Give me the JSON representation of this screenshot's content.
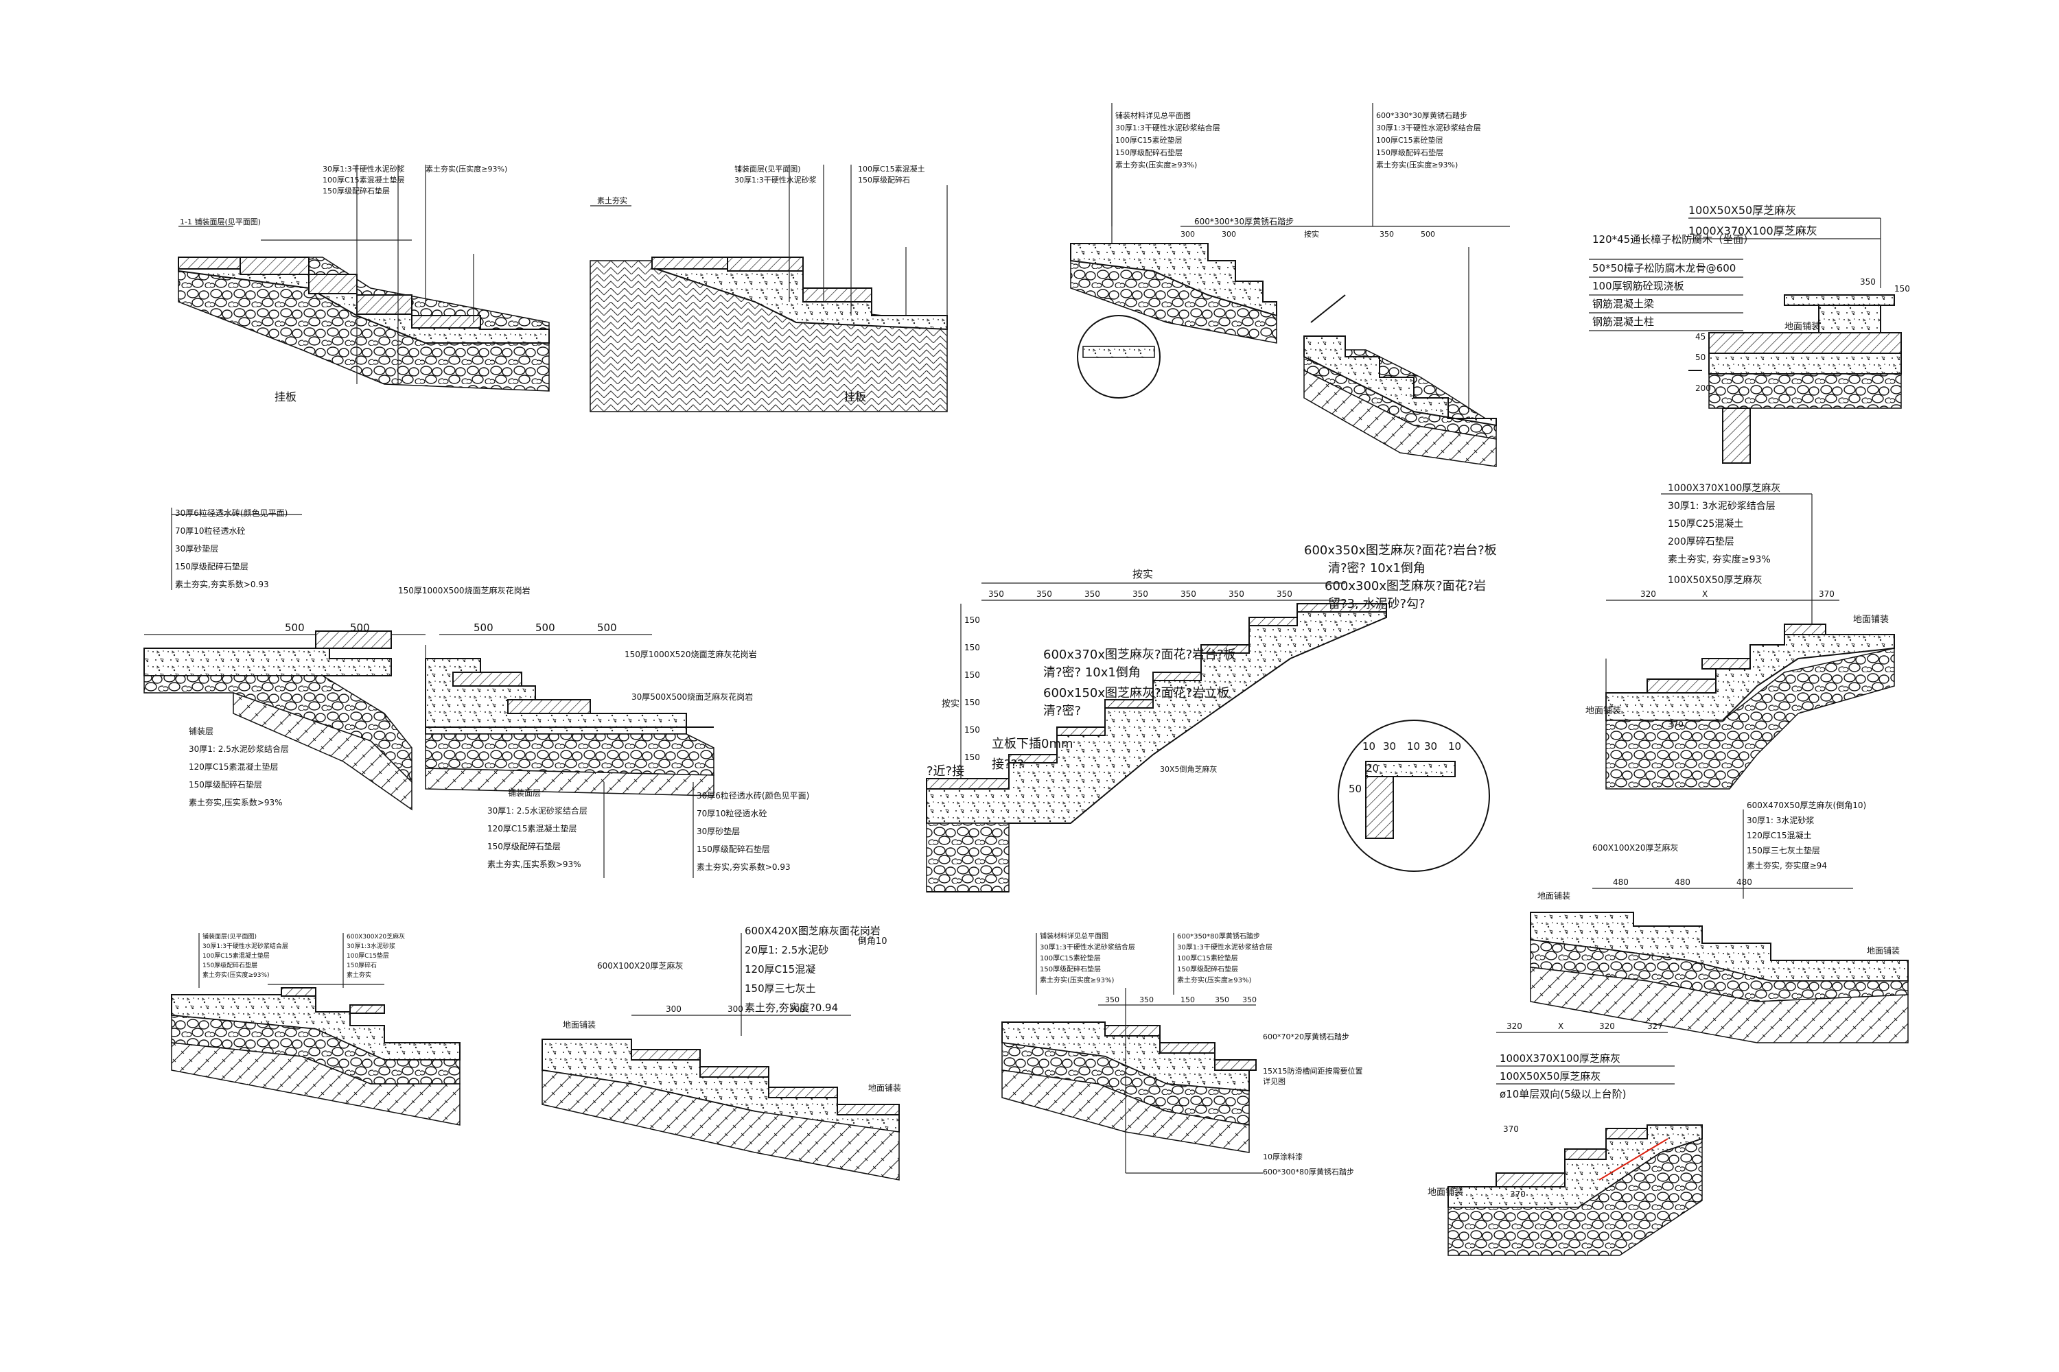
{
  "details": {
    "d1": {
      "caption": "挂板",
      "labels": [
        "1-1 铺装面层(见平面图)",
        "30厚1:3干硬性水泥砂浆",
        "100厚C15素混凝土垫层",
        "150厚级配碎石垫层",
        "素土夯实(压实度≥93%)"
      ]
    },
    "d2": {
      "caption": "挂板",
      "labels": [
        "铺装面层(见平面图)",
        "30厚1:3干硬性水泥砂浆",
        "100厚C15素混凝土",
        "150厚级配碎石",
        "素土夯实"
      ]
    },
    "d3": {
      "left": [
        "铺装材料详见总平面图",
        "30厚1:3干硬性水泥砂浆结合层",
        "100厚C15素砼垫层",
        "150厚级配碎石垫层",
        "素土夯实(压实度≥93%)"
      ],
      "right": [
        "600*330*30厚黄锈石踏步",
        "30厚1:3干硬性水泥砂浆结合层",
        "100厚C15素砼垫层",
        "150厚级配碎石垫层",
        "素土夯实(压实度≥93%)"
      ],
      "dim_label": "600*300*30厚黄锈石踏步",
      "dims": [
        "300",
        "300",
        "按实",
        "350",
        "500"
      ]
    },
    "d4": {
      "top": [
        "100X50X50厚芝麻灰",
        "1000X370X100厚芝麻灰"
      ],
      "labels": [
        "120*45通长樟子松防腐木（坐面）",
        "50*50樟子松防腐木龙骨@600",
        "100厚钢筋砼现浇板",
        "钢筋混凝土梁",
        "钢筋混凝土柱"
      ],
      "ground": "地面铺装",
      "dims": [
        "150",
        "350",
        "45",
        "50",
        "200"
      ]
    },
    "d5": {
      "labels": [
        "30厚6粒径透水砖(颜色见平面)",
        "70厚10粒径透水砼",
        "30厚砂垫层",
        "150厚级配碎石垫层",
        "素土夯实,夯实系数>0.93"
      ],
      "dims": [
        "500",
        "500",
        "500",
        "500",
        "500"
      ],
      "callout1": "150厚1000X500烧面芝麻灰花岗岩",
      "callout2": "150厚1000X520烧面芝麻灰花岗岩",
      "callout3": "30厚500X500烧面芝麻灰花岗岩",
      "bottom_left": [
        "铺装层",
        "30厚1: 2.5水泥砂浆结合层",
        "120厚C15素混凝土垫层",
        "150厚级配碎石垫层",
        "素土夯实,压实系数>93%"
      ],
      "bottom_mid": [
        "铺装面层",
        "30厚1: 2.5水泥砂浆结合层",
        "120厚C15素混凝土垫层",
        "150厚级配碎石垫层",
        "素土夯实,压实系数>93%"
      ],
      "bottom_right": [
        "30厚6粒径透水砖(颜色见平面)",
        "70厚10粒径透水砼",
        "30厚砂垫层",
        "150厚级配碎石垫层",
        "素土夯实,夯实系数>0.93"
      ]
    },
    "d6": {
      "top": "按实",
      "dims_h": [
        "350",
        "350",
        "350",
        "350",
        "350",
        "350",
        "350"
      ],
      "dims_v": [
        "150",
        "150",
        "150",
        "150",
        "150",
        "150"
      ],
      "side": "按实",
      "n1a": "600x350x图芝麻灰?面花?岩台?板",
      "n1b": "清?密? 10x1倒角",
      "n2a": "600x300x图芝麻灰?面花?岩",
      "n2b": "留?3, 水泥砂?勾?",
      "n3a": "600x370x图芝麻灰?面花?岩台?板",
      "n3b": "清?密? 10x1倒角",
      "n4a": "600x150x图芝麻灰?面花?岩立板",
      "n4b": "清?密?",
      "n5": "立板下插0mm",
      "n6": "接???",
      "n7": "?近?接",
      "n8": "30X5倒角芝麻灰",
      "zoom_dims": [
        "10",
        "30",
        "10",
        "30",
        "10"
      ],
      "zoom_side": [
        "50",
        "20"
      ]
    },
    "d7": {
      "top": [
        "1000X370X100厚芝麻灰",
        "30厚1: 3水泥砂浆结合层",
        "150厚C25混凝土",
        "200厚碎石垫层",
        "素土夯实, 夯实度≥93%",
        "100X50X50厚芝麻灰"
      ],
      "dims": [
        "320",
        "X",
        "370"
      ],
      "ground_r": "地面铺装",
      "ground_l": "地面铺装",
      "inner_dims": [
        "370"
      ]
    },
    "d8": {
      "labels": [
        "600X470X50厚芝麻灰(倒角10)",
        "30厚1: 3水泥砂浆",
        "120厚C15混凝土",
        "150厚三七灰土垫层",
        "素土夯实, 夯实度≥94"
      ],
      "left_label": "600X100X20厚芝麻灰",
      "ground_l": "地面铺装",
      "ground_r": "地面铺装",
      "dims": [
        "480",
        "480",
        "480"
      ]
    },
    "d9": {
      "labels": [
        "铺装面层(见平面图)",
        "30厚1:3干硬性水泥砂浆结合层",
        "100厚C15素混凝土垫层",
        "150厚级配碎石垫层",
        "素土夯实(压实度≥93%)"
      ],
      "right": [
        "600X300X20芝麻灰",
        "30厚1:3水泥砂浆",
        "100厚C15垫层",
        "150厚碎石",
        "素土夯实"
      ]
    },
    "d10": {
      "labels": [
        "600X420X图芝麻灰面花岗岩",
        "20厚1: 2.5水泥砂",
        "120厚C15混凝",
        "150厚三七灰土",
        "素土夯,夯实度?0.94"
      ],
      "side": "倒角10",
      "left_label": "600X100X20厚芝麻灰",
      "ground_l": "地面铺装",
      "ground_r": "地面铺装",
      "dims": [
        "300",
        "300",
        "300"
      ]
    },
    "d11": {
      "left": [
        "铺装材料详见总平面图",
        "30厚1:3干硬性水泥砂浆结合层",
        "100厚C15素砼垫层",
        "150厚级配碎石垫层",
        "素土夯实(压实度≥93%)"
      ],
      "right": [
        "600*350*80厚黄锈石踏步",
        "30厚1:3干硬性水泥砂浆结合层",
        "100厚C15素砼垫层",
        "150厚级配碎石垫层",
        "素土夯实(压实度≥93%)"
      ],
      "n1": "600*70*20厚黄锈石踏步",
      "n2": "15X15防滑槽间距按需要位置",
      "n3": "详见图",
      "n4": "10厚涂料漆",
      "n5": "600*300*80厚黄锈石踏步",
      "dims": [
        "350",
        "350",
        "150",
        "350",
        "350"
      ]
    },
    "d12": {
      "dims": [
        "320",
        "X",
        "320",
        "327"
      ],
      "labels": [
        "1000X370X100厚芝麻灰",
        "100X50X50厚芝麻灰",
        "ø10单层双向(5级以上台阶)"
      ],
      "ground": "地面铺装",
      "inner": [
        "370",
        "370"
      ]
    }
  }
}
